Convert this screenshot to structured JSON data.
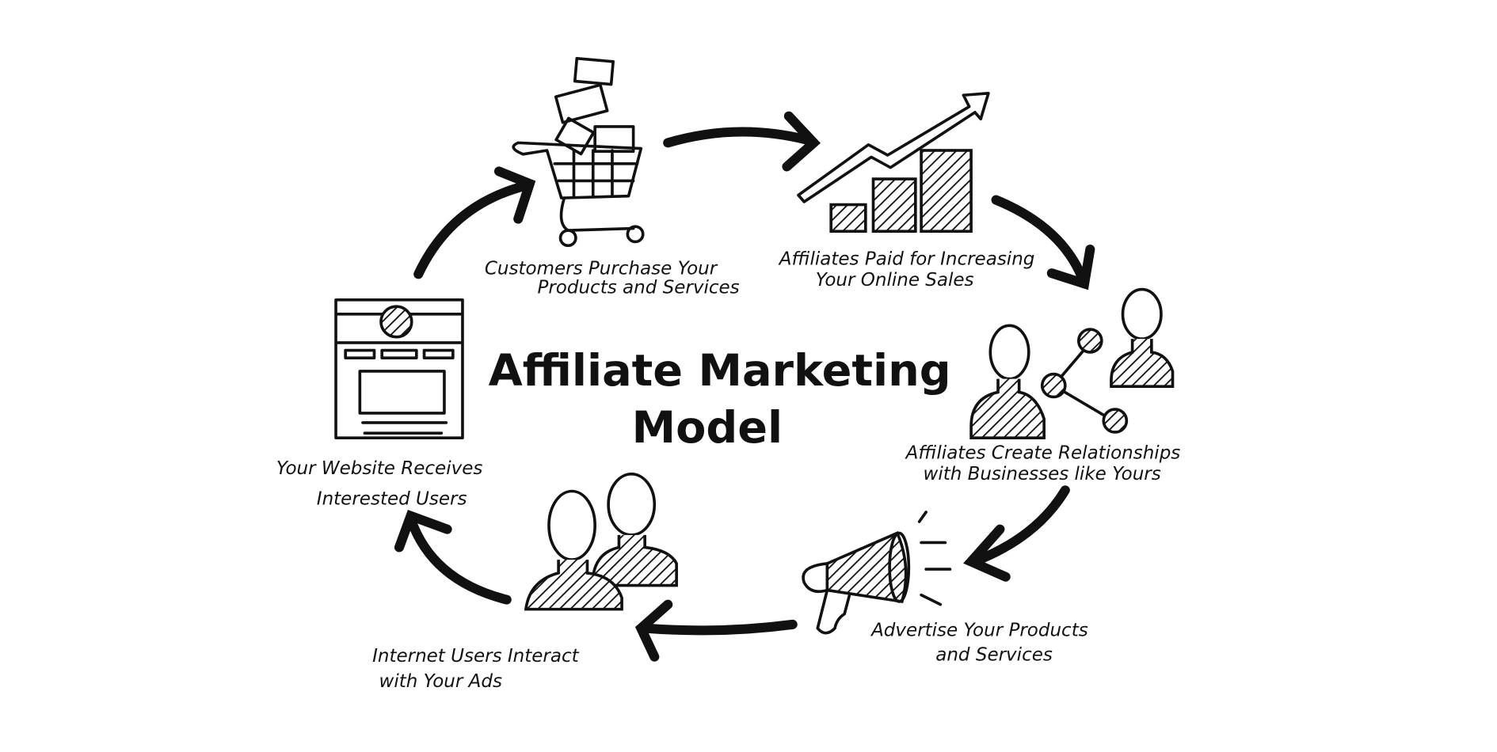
{
  "title": {
    "line1": "Affiliate Marketing",
    "line2": "Model"
  },
  "steps": [
    {
      "icon": "shopping-cart-icon",
      "line1": "Customers Purchase Your",
      "line2": "Products and Services"
    },
    {
      "icon": "growth-chart-icon",
      "line1": "Affiliates Paid for Increasing",
      "line2": "Your Online Sales"
    },
    {
      "icon": "network-people-icon",
      "line1": "Affiliates Create Relationships",
      "line2": "with Businesses like Yours"
    },
    {
      "icon": "megaphone-icon",
      "line1": "Advertise Your Products",
      "line2": "and Services"
    },
    {
      "icon": "users-icon",
      "line1": "Internet Users Interact",
      "line2": "with Your Ads"
    },
    {
      "icon": "website-icon",
      "line1": "Your Website Receives",
      "line2": "Interested Users"
    }
  ]
}
